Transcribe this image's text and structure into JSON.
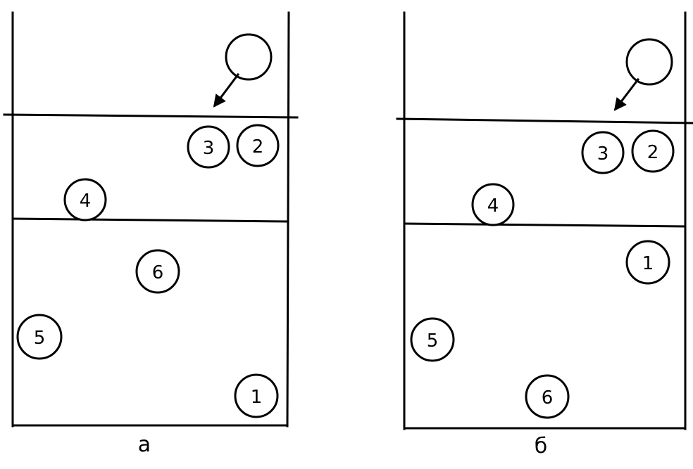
{
  "diagrams": [
    {
      "caption": "а",
      "players": [
        {
          "number": "3"
        },
        {
          "number": "2"
        },
        {
          "number": "4"
        },
        {
          "number": "6"
        },
        {
          "number": "5"
        },
        {
          "number": "1"
        }
      ]
    },
    {
      "caption": "б",
      "players": [
        {
          "number": "3"
        },
        {
          "number": "2"
        },
        {
          "number": "4"
        },
        {
          "number": "1"
        },
        {
          "number": "5"
        },
        {
          "number": "6"
        }
      ]
    }
  ]
}
